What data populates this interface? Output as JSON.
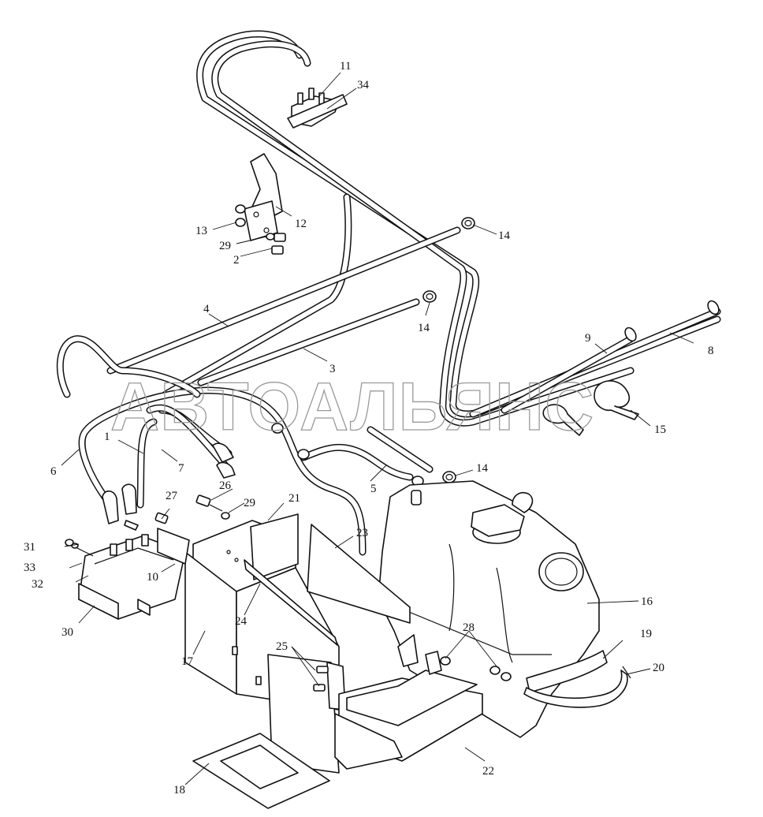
{
  "watermark": "АВТОАЛЬЯНС",
  "callouts": {
    "c1": "1",
    "c2": "2",
    "c3": "3",
    "c4": "4",
    "c5": "5",
    "c6": "6",
    "c7": "7",
    "c8": "8",
    "c9": "9",
    "c10": "10",
    "c11": "11",
    "c12": "12",
    "c13": "13",
    "c14a": "14",
    "c14b": "14",
    "c14c": "14",
    "c15": "15",
    "c16": "16",
    "c17": "17",
    "c18": "18",
    "c19": "19",
    "c20": "20",
    "c21": "21",
    "c22": "22",
    "c23": "23",
    "c24": "24",
    "c25": "25",
    "c26": "26",
    "c27": "27",
    "c28": "28",
    "c29a": "29",
    "c29b": "29",
    "c30": "30",
    "c31": "31",
    "c32": "32",
    "c33": "33",
    "c34": "34"
  }
}
